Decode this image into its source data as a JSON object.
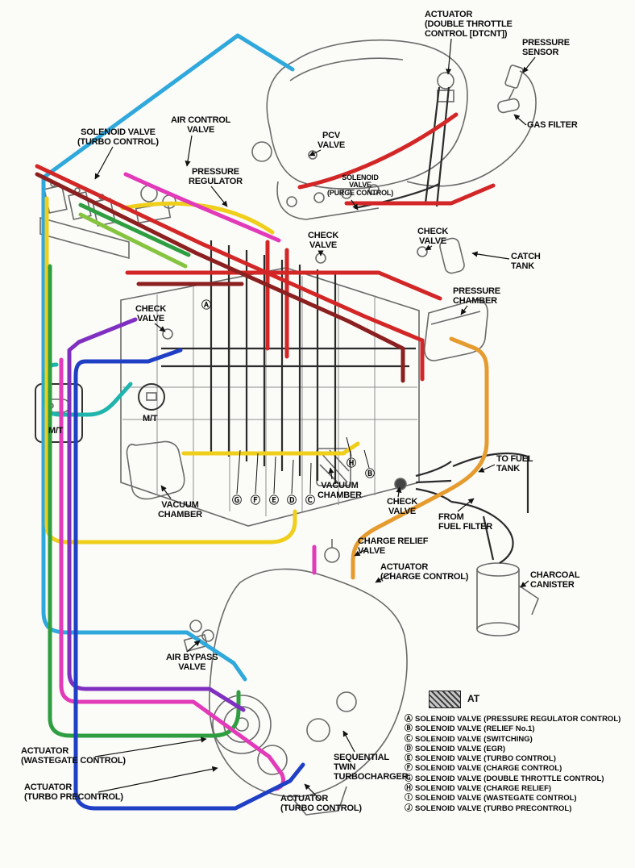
{
  "labels": {
    "solenoid_turbo_control": "SOLENOID VALVE\n(TURBO CONTROL)",
    "air_control_valve": "AIR CONTROL\nVALVE",
    "pressure_regulator": "PRESSURE\nREGULATOR",
    "pcv_valve": "PCV\nVALVE",
    "actuator_dtcnt": "ACTUATOR\n(DOUBLE THROTTLE\nCONTROL [DTCNT])",
    "pressure_sensor": "PRESSURE\nSENSOR",
    "gas_filter": "GAS FILTER",
    "solenoid_purge": "SOLENOID\nVALVE\n(PURGE CONTROL)",
    "check_valve": "CHECK\nVALVE",
    "catch_tank": "CATCH\nTANK",
    "pressure_chamber": "PRESSURE\nCHAMBER",
    "mt": "M/T",
    "vacuum_chamber": "VACUUM\nCHAMBER",
    "to_fuel_tank": "TO FUEL\nTANK",
    "from_fuel_filter": "FROM\nFUEL FILTER",
    "charge_relief_valve": "CHARGE RELIEF\nVALVE",
    "actuator_charge_control": "ACTUATOR\n(CHARGE CONTROL)",
    "charcoal_canister": "CHARCOAL\nCANISTER",
    "air_bypass_valve": "AIR BYPASS\nVALVE",
    "actuator_wastegate": "ACTUATOR\n(WASTEGATE CONTROL)",
    "actuator_turbo_precontrol": "ACTUATOR\n(TURBO PRECONTROL)",
    "sequential_twin_turbocharger": "SEQUENTIAL\nTWIN\nTURBOCHARGER",
    "actuator_turbo_control": "ACTUATOR\n(TURBO CONTROL)"
  },
  "markers": [
    "Ⓐ",
    "Ⓑ",
    "Ⓒ",
    "Ⓓ",
    "Ⓔ",
    "Ⓕ",
    "Ⓖ",
    "Ⓗ"
  ],
  "legend": {
    "at": "AT",
    "items": [
      {
        "letter": "Ⓐ",
        "text": "SOLENOID VALVE (PRESSURE REGULATOR CONTROL)"
      },
      {
        "letter": "Ⓑ",
        "text": "SOLENOID VALVE (RELIEF No.1)"
      },
      {
        "letter": "Ⓒ",
        "text": "SOLENOID VALVE (SWITCHING)"
      },
      {
        "letter": "Ⓓ",
        "text": "SOLENOID VALVE (EGR)"
      },
      {
        "letter": "Ⓔ",
        "text": "SOLENOID VALVE (TURBO CONTROL)"
      },
      {
        "letter": "Ⓕ",
        "text": "SOLENOID VALVE (CHARGE CONTROL)"
      },
      {
        "letter": "Ⓖ",
        "text": "SOLENOID VALVE (DOUBLE THROTTLE CONTROL)"
      },
      {
        "letter": "Ⓗ",
        "text": "SOLENOID VALVE (CHARGE RELIEF)"
      },
      {
        "letter": "Ⓘ",
        "text": "SOLENOID VALVE (WASTEGATE CONTROL)"
      },
      {
        "letter": "Ⓙ",
        "text": "SOLENOID VALVE (TURBO PRECONTROL)"
      }
    ]
  },
  "colors": {
    "cyan": "#2fa8dc",
    "teal": "#1fb5ad",
    "yellow": "#efcf1b",
    "orange": "#e59b2e",
    "green": "#2f9e41",
    "light_green": "#86c440",
    "magenta": "#e23ab8",
    "purple": "#8030c0",
    "blue": "#1f3fc4",
    "red": "#d32626",
    "maroon": "#8c1f1f"
  }
}
